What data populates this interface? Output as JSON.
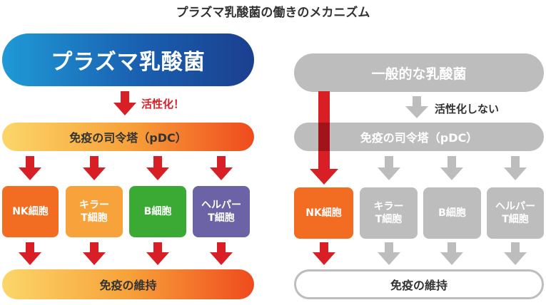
{
  "title": "プラズマ乳酸菌の働きのメカニズム",
  "colors": {
    "arrow_red": "#d81f26",
    "arrow_gray": "#bdbdbd",
    "nk": "#f26d21",
    "killer": "#f7a23a",
    "b": "#3aaa35",
    "helper": "#6b63a6",
    "gray_box": "#bdbdbd"
  },
  "left": {
    "main": "プラズマ乳酸菌",
    "activate_label": "活性化！",
    "pdc": "免疫の司令塔（pDC）",
    "cells": [
      {
        "line1": "NK細胞",
        "line2": ""
      },
      {
        "line1": "キラー",
        "line2": "T細胞"
      },
      {
        "line1": "B細胞",
        "line2": ""
      },
      {
        "line1": "ヘルパー",
        "line2": "T細胞"
      }
    ],
    "bottom": "免疫の維持"
  },
  "right": {
    "main": "一般的な乳酸菌",
    "activate_label": "活性化しない",
    "pdc": "免疫の司令塔（pDC）",
    "cells": [
      {
        "line1": "NK細胞",
        "line2": ""
      },
      {
        "line1": "キラー",
        "line2": "T細胞"
      },
      {
        "line1": "B細胞",
        "line2": ""
      },
      {
        "line1": "ヘルパー",
        "line2": "T細胞"
      }
    ],
    "bottom": "免疫の維持"
  }
}
